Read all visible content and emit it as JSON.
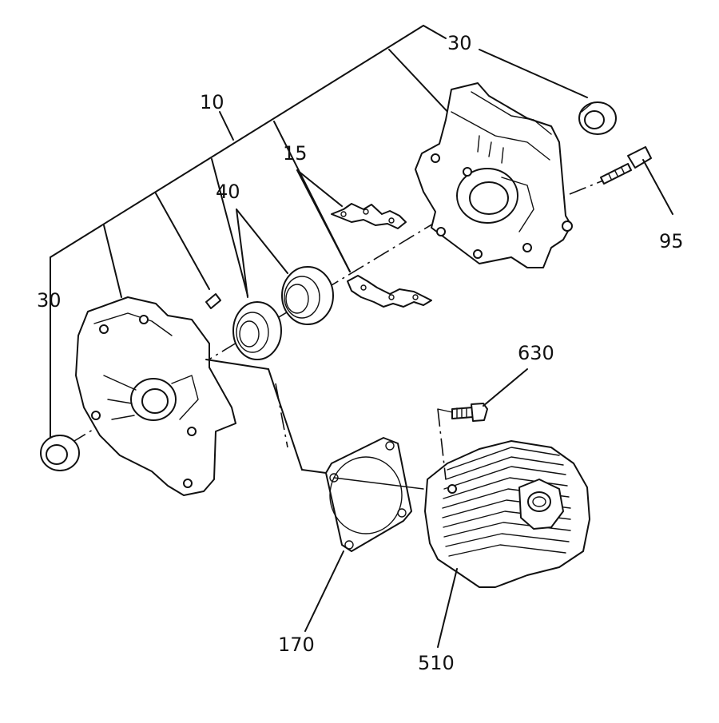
{
  "diagram": {
    "labels": {
      "p10": "10",
      "p15": "15",
      "p30_top": "30",
      "p30_left": "30",
      "p40": "40",
      "p95": "95",
      "p170": "170",
      "p510": "510",
      "p630": "630"
    }
  }
}
